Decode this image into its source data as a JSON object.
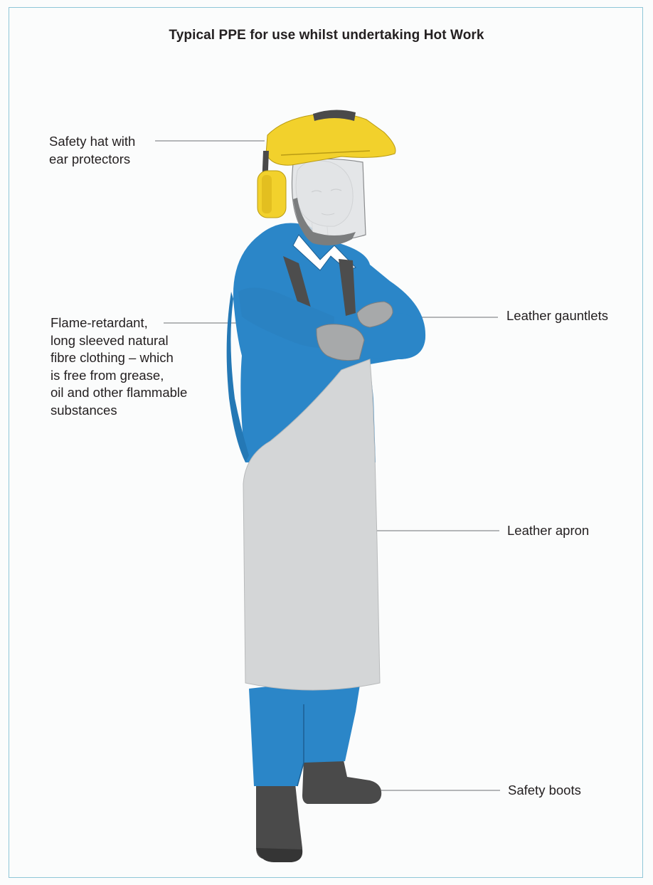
{
  "title": "Typical PPE for use whilst undertaking Hot Work",
  "labels": {
    "hat": "Safety hat with\near protectors",
    "clothing": "Flame-retardant,\nlong sleeved natural\nfibre clothing – which\nis free from grease,\noil and other flammable\nsubstances",
    "gauntlets": "Leather gauntlets",
    "apron": "Leather apron",
    "boots": "Safety boots"
  },
  "colors": {
    "overalls": "#2b86c8",
    "helmet": "#f2d12c",
    "apron": "#d4d6d7",
    "gauntlets": "#a7a9aa",
    "boots": "#4a4a4a",
    "leader_line": "#8a8c8e",
    "frame": "#8fc6d8"
  }
}
